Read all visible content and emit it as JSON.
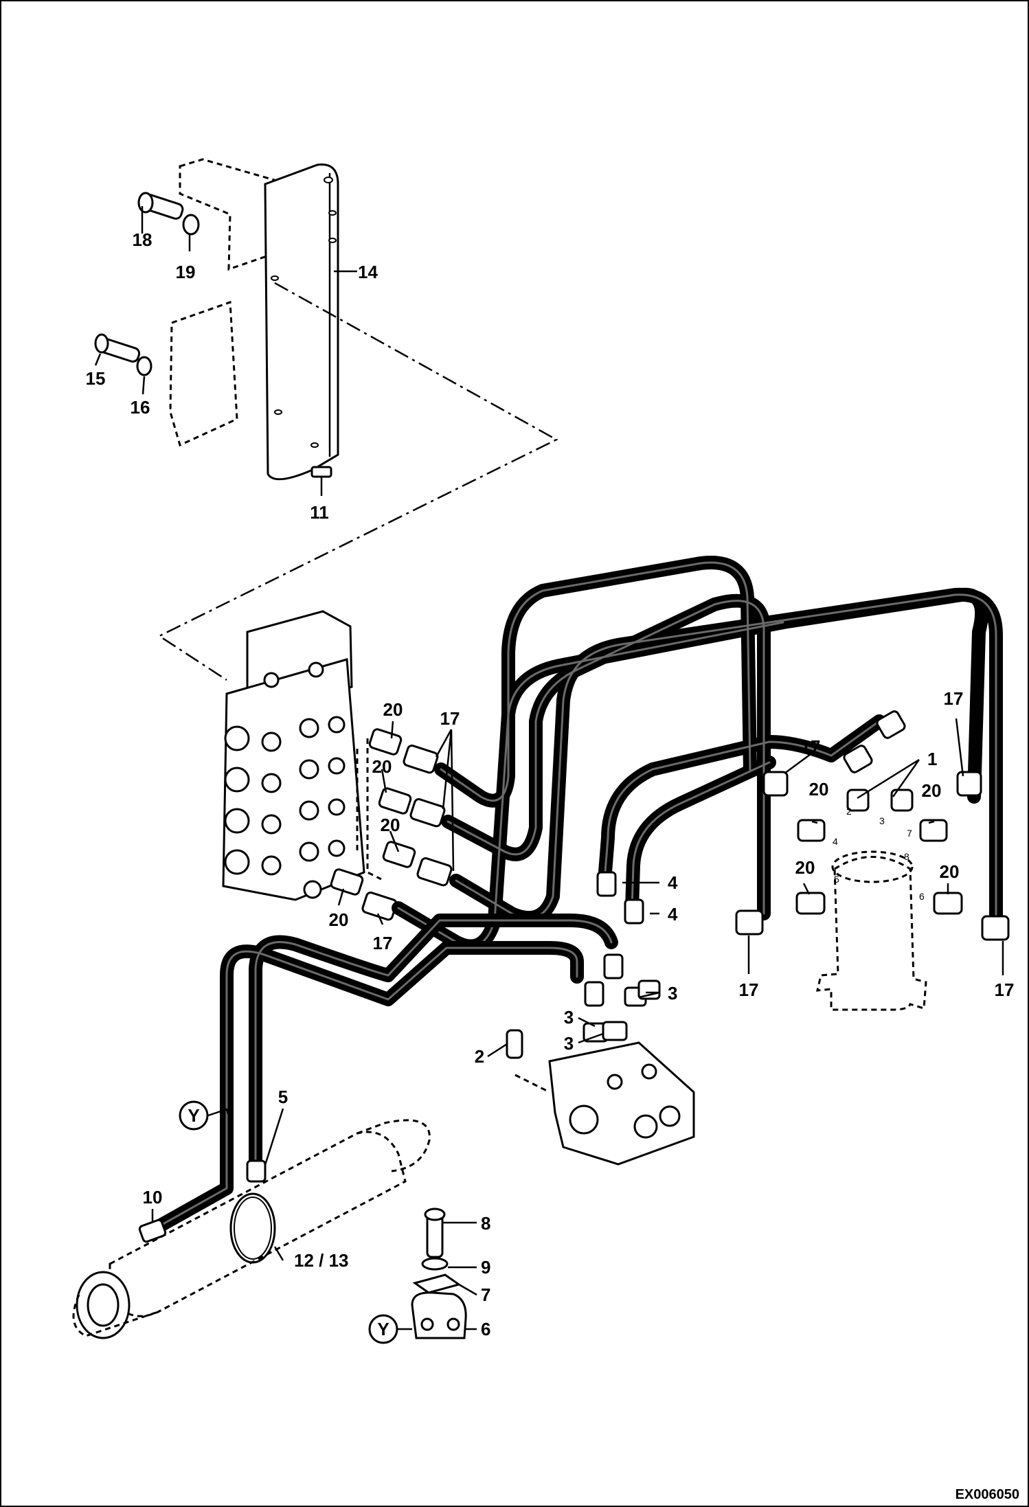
{
  "diagram": {
    "drawing_ref": "EX006050",
    "callouts": {
      "c1": "1",
      "c2": "2",
      "c3": "3",
      "c4": "4",
      "c5": "5",
      "c6": "6",
      "c7": "7",
      "c8": "8",
      "c9": "9",
      "c10": "10",
      "c11": "11",
      "c1213": "12 / 13",
      "c14": "14",
      "c15": "15",
      "c16": "16",
      "c17": "17",
      "c18": "18",
      "c19": "19",
      "c20": "20"
    },
    "detail_marker": "Y",
    "port_marks": [
      "2",
      "3",
      "4",
      "5",
      "6",
      "7",
      "8"
    ]
  }
}
